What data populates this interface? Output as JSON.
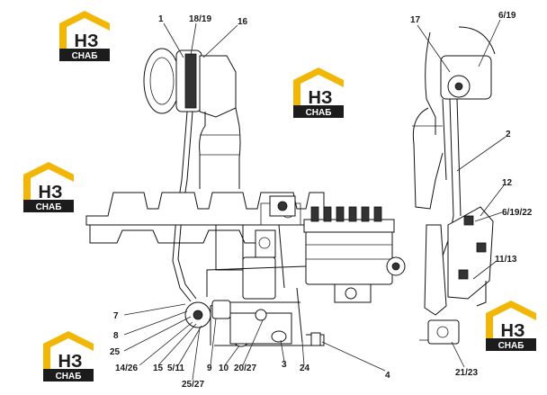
{
  "logo": {
    "mark": "НЗ",
    "word": "СНАБ",
    "color_yellow": "#f2b705",
    "color_dark": "#1c1c1c"
  },
  "callouts": {
    "c1": "1",
    "c18_19": "18/19",
    "c16": "16",
    "c17": "17",
    "c6_19": "6/19",
    "c2": "2",
    "c12": "12",
    "c6_19_22": "6/19/22",
    "c11_13": "11/13",
    "c7": "7",
    "c8": "8",
    "c25": "25",
    "c14_26": "14/26",
    "c15": "15",
    "c5_11": "5/11",
    "c25_27": "25/27",
    "c9": "9",
    "c10": "10",
    "c20_27": "20/27",
    "c3": "3",
    "c24": "24",
    "c4": "4",
    "c21_23": "21/23"
  }
}
